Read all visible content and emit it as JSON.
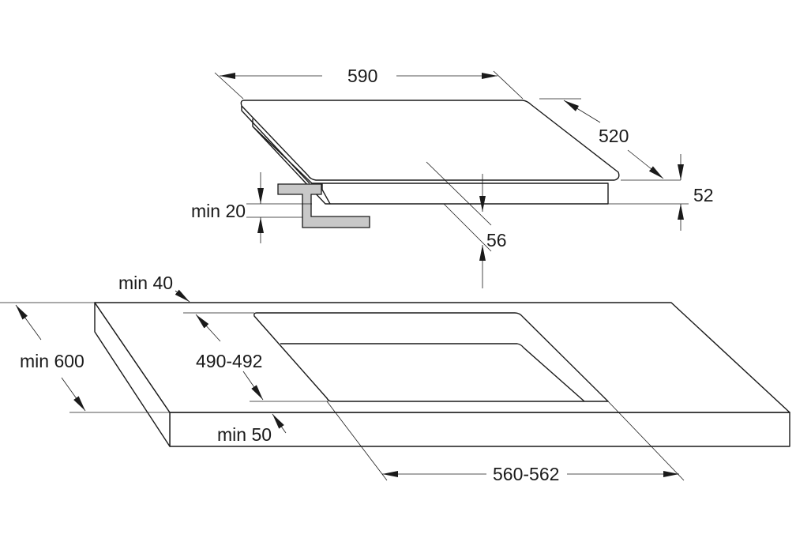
{
  "hob": {
    "width_label": "590",
    "depth_label": "520",
    "height_label": "52",
    "bracket_label": "min 20",
    "clearance_label": "56"
  },
  "worktop": {
    "back_gap_label": "min 40",
    "depth_label": "min 600",
    "cutout_depth_label": "490-492",
    "front_gap_label": "min 50",
    "cutout_width_label": "560-562"
  },
  "colors": {
    "bracket": "#c8c8c8",
    "line": "#1a1a1a"
  }
}
